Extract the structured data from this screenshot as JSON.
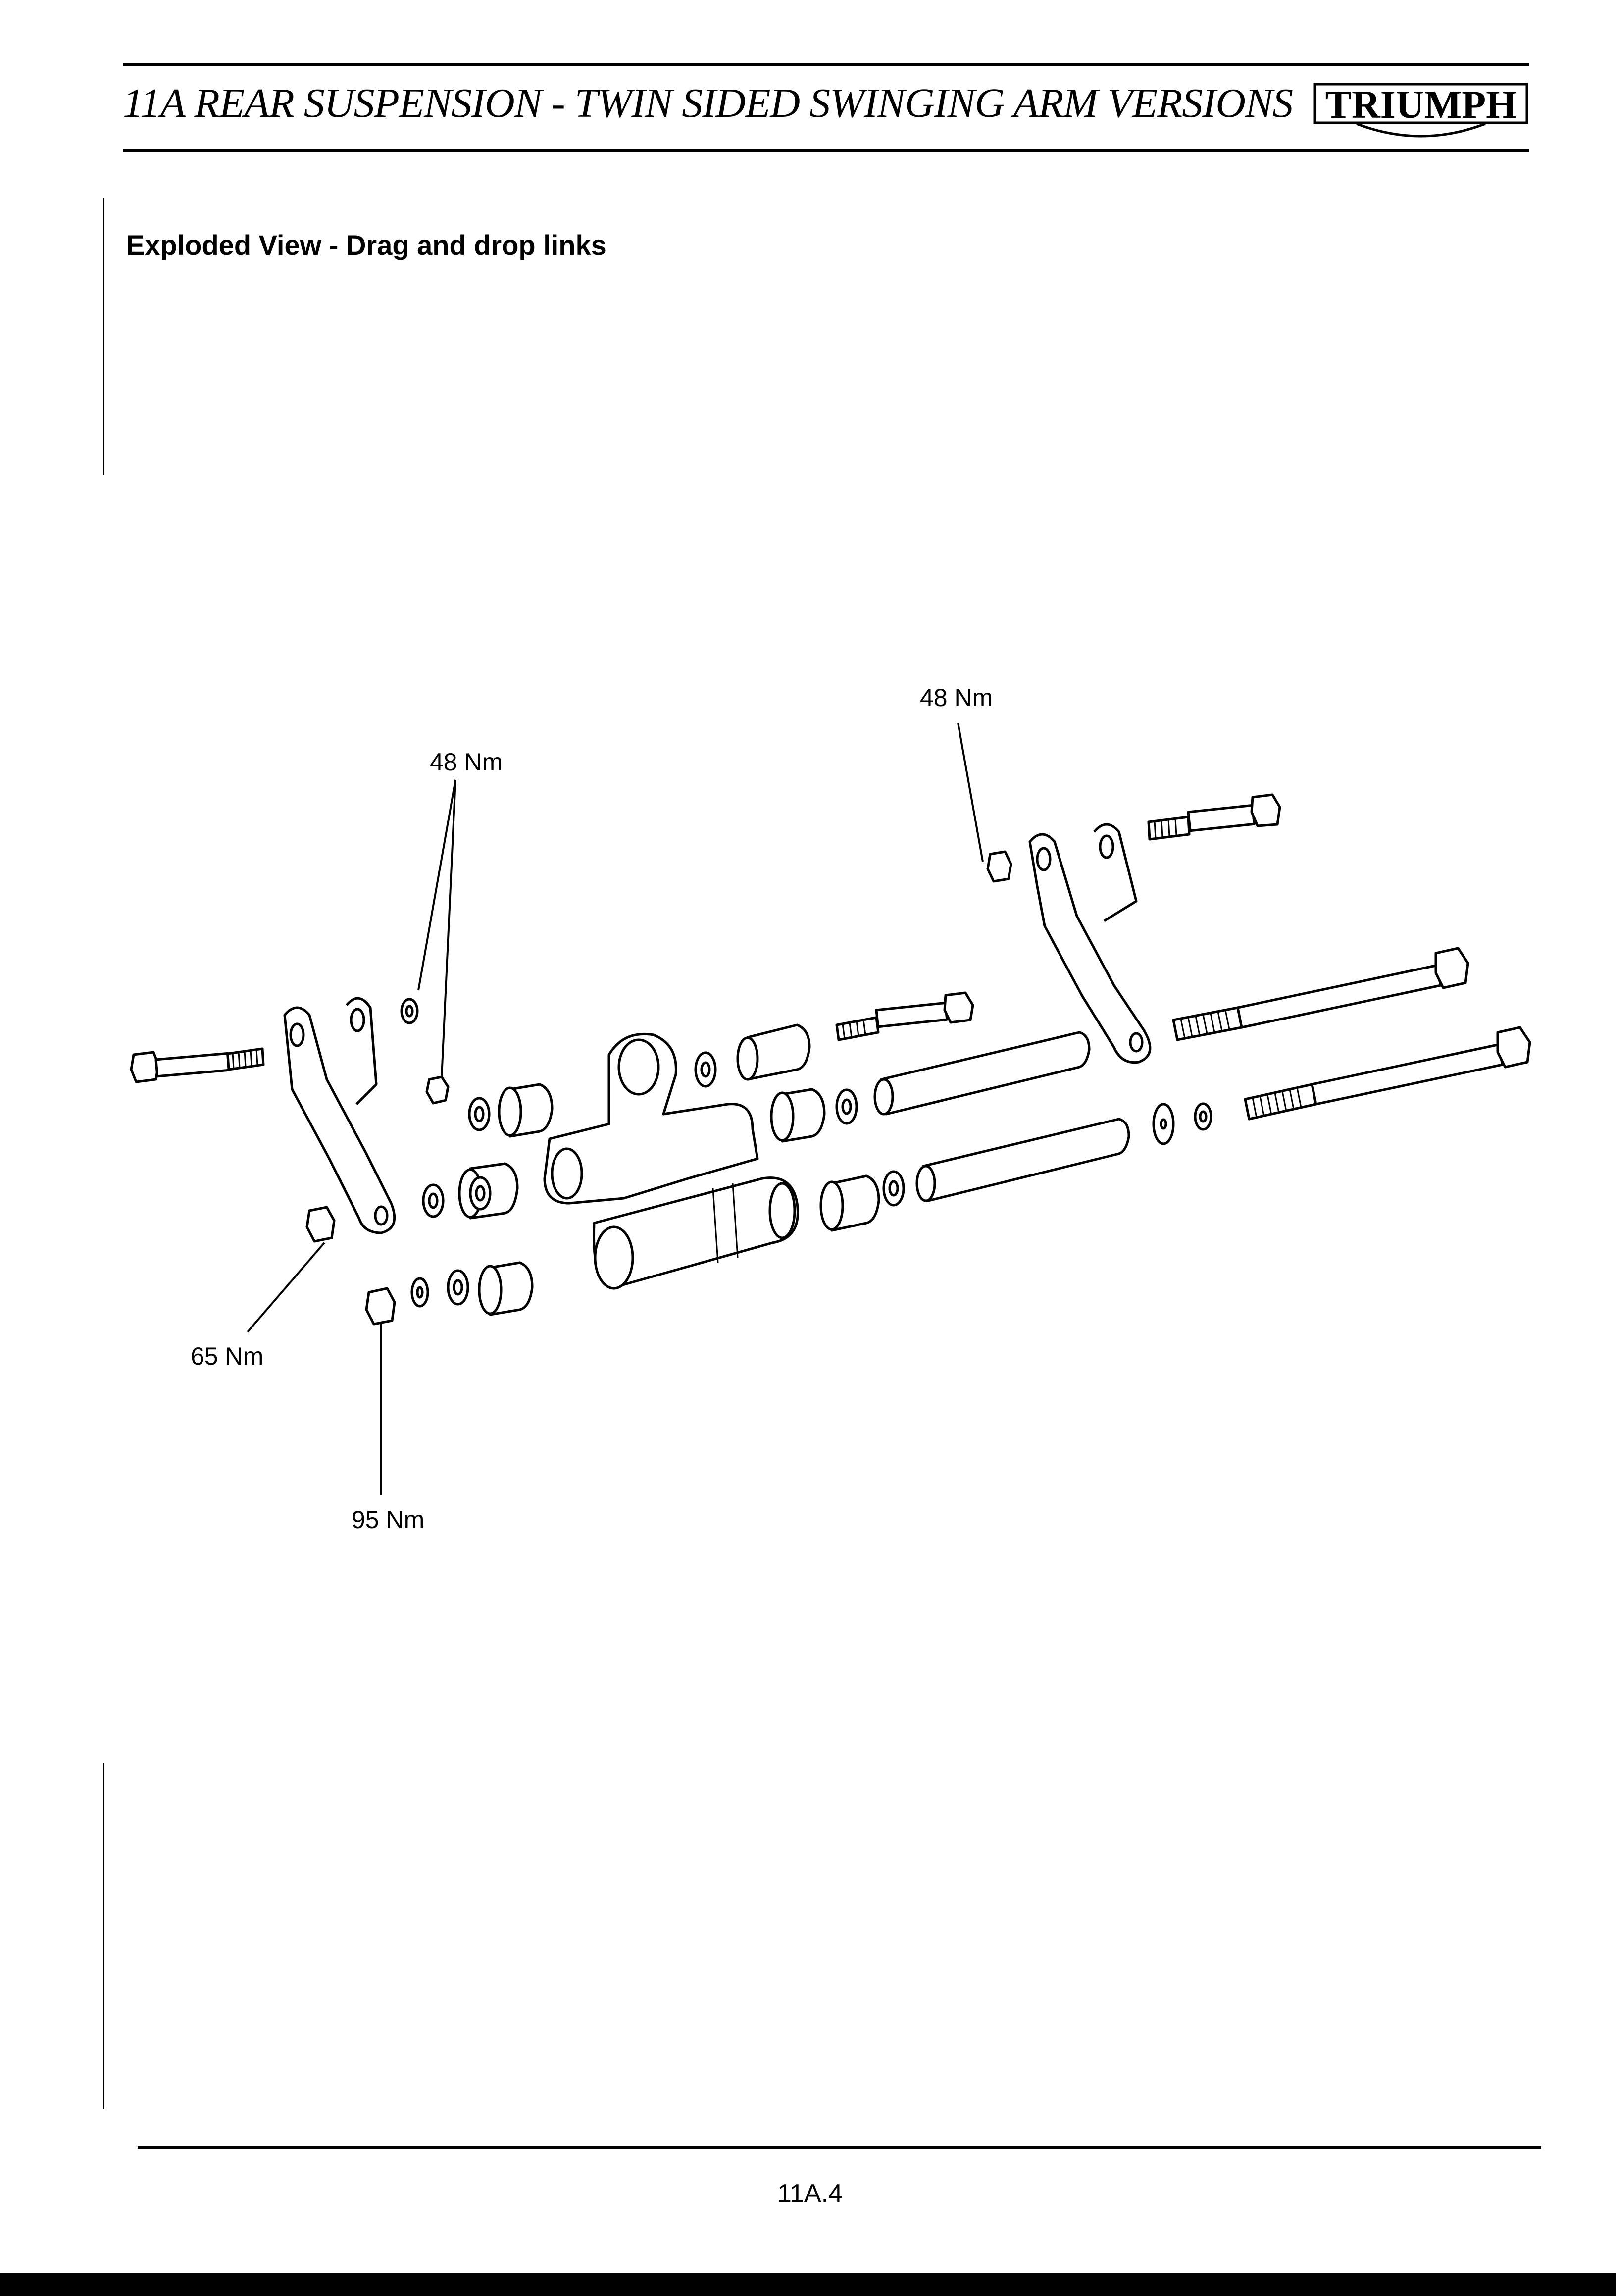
{
  "header": {
    "title": "11A  REAR SUSPENSION - TWIN SIDED SWINGING ARM VERSIONS",
    "logo": {
      "text": "TRIUMPH",
      "icon": "triumph-logo"
    }
  },
  "section": {
    "title": "Exploded View - Drag and drop links"
  },
  "figure": {
    "torque_labels": {
      "left_top": "48 Nm",
      "right_top": "48 Nm",
      "left_nut": "65 Nm",
      "lower_nut": "95 Nm"
    }
  },
  "footer": {
    "page_number": "11A.4"
  }
}
